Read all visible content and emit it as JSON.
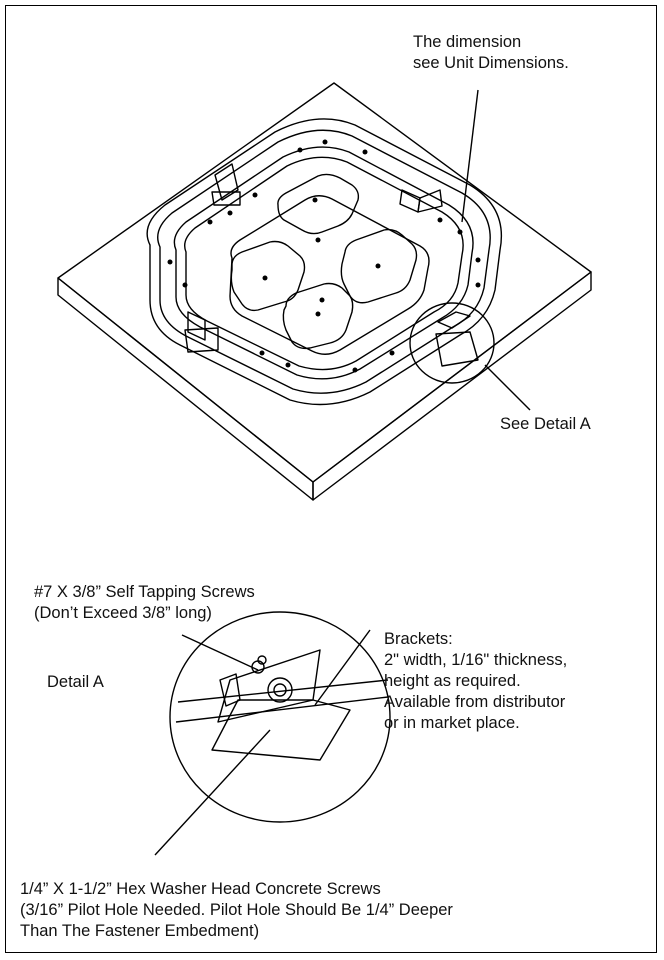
{
  "labels": {
    "dimension_note_line1": "The dimension",
    "dimension_note_line2": "see Unit Dimensions.",
    "see_detail": "See Detail A",
    "self_tapping_line1": "#7 X 3/8” Self Tapping Screws",
    "self_tapping_line2": "(Don’t Exceed 3/8” long)",
    "brackets_title": "Brackets:",
    "brackets_line1": "2\" width, 1/16\" thickness,",
    "brackets_line2": "height as required.",
    "brackets_line3": "Available from distributor",
    "brackets_line4": "or in market place.",
    "detail_a": "Detail A",
    "concrete_line1": " 1/4” X 1-1/2” Hex Washer Head Concrete Screws",
    "concrete_line2": "(3/16” Pilot Hole Needed. Pilot Hole Should Be 1/4” Deeper",
    "concrete_line3": "Than The Fastener Embedment)"
  }
}
